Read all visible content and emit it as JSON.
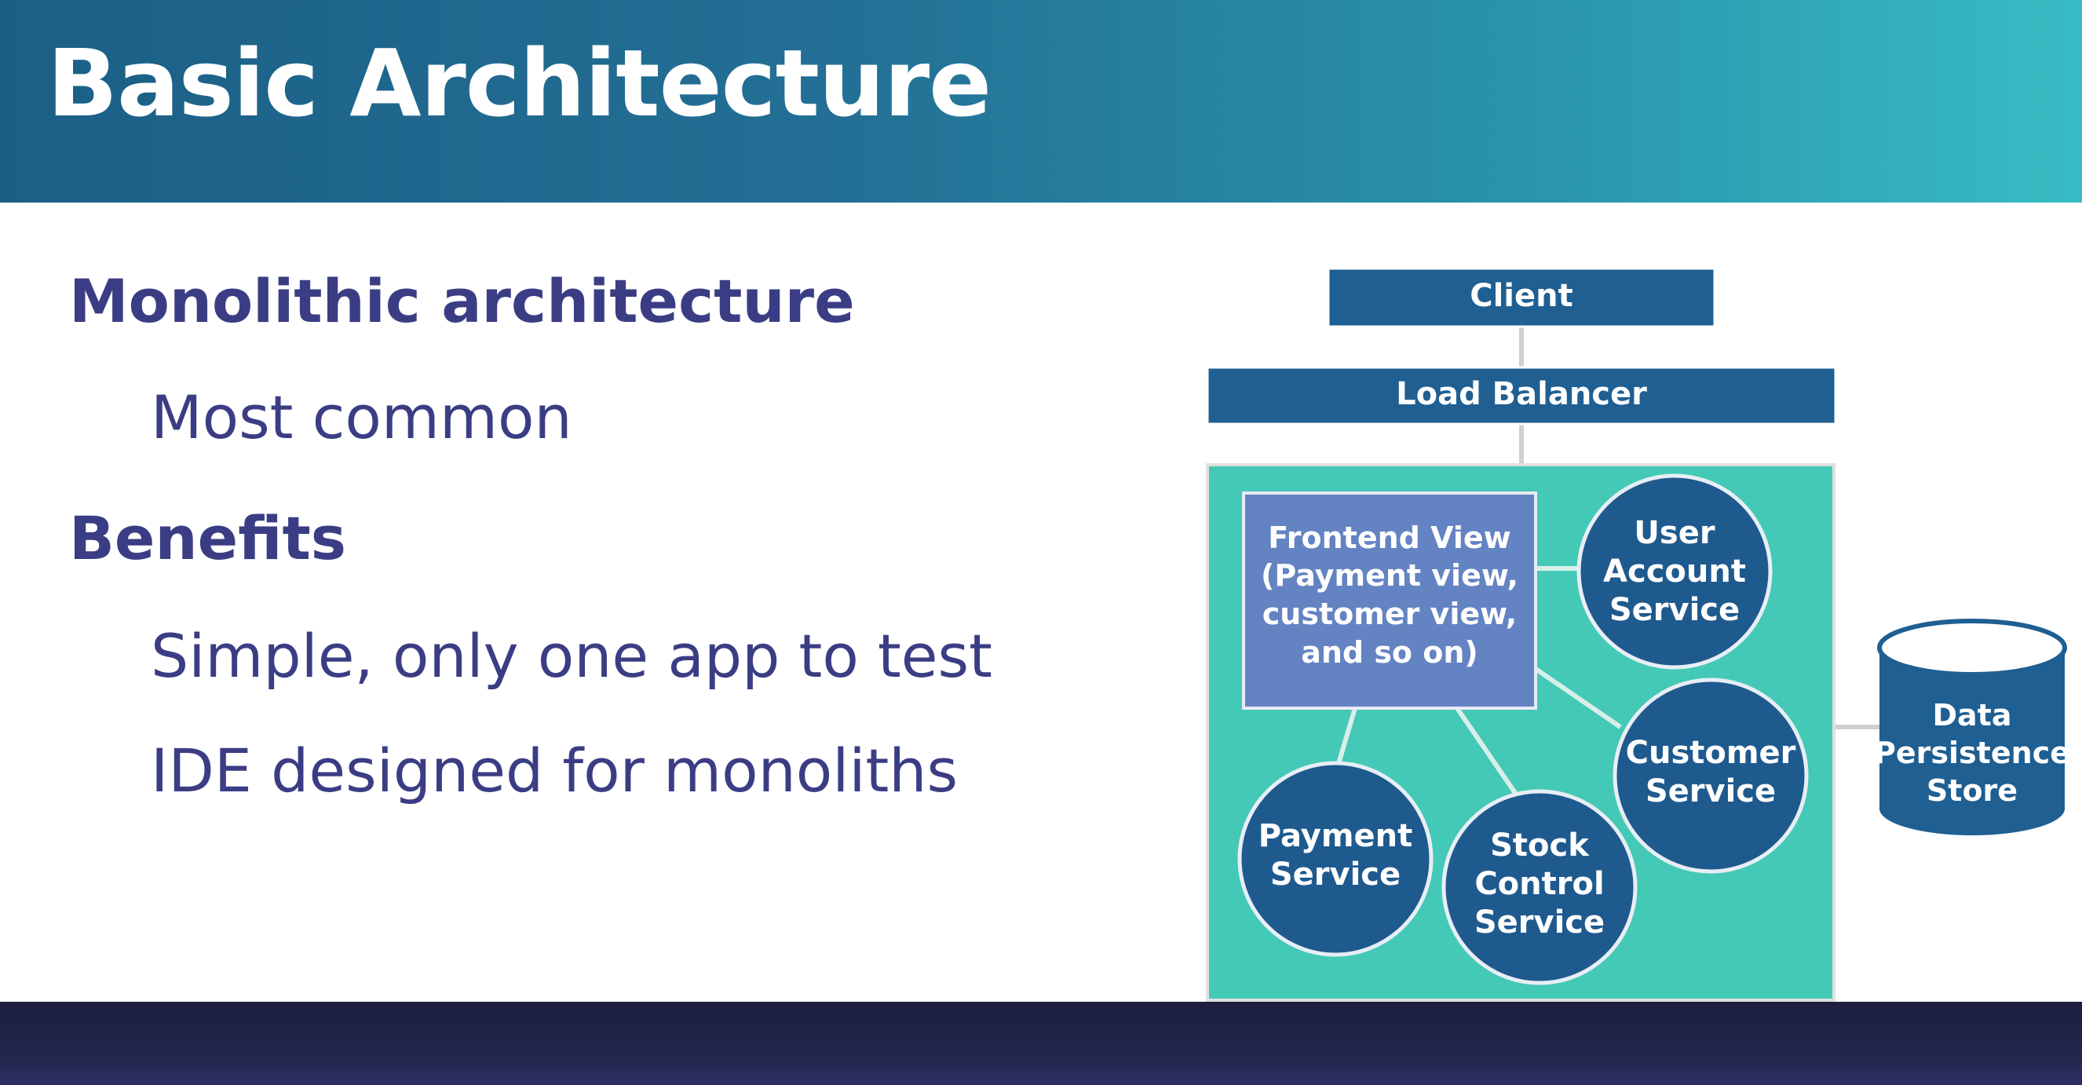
{
  "slide": {
    "title": "Basic Architecture",
    "bullets": [
      {
        "heading": "Monolithic architecture",
        "items": [
          "Most common"
        ]
      },
      {
        "heading": "Benefits",
        "items": [
          "Simple, only one app to test",
          "IDE designed for monoliths"
        ]
      }
    ]
  },
  "diagram": {
    "client": "Client",
    "load_balancer": "Load Balancer",
    "frontend": [
      "Frontend View",
      "(Payment view,",
      "customer view,",
      "and so on)"
    ],
    "user_account": [
      "User",
      "Account",
      "Service"
    ],
    "customer": [
      "Customer",
      "Service"
    ],
    "payment": [
      "Payment",
      "Service"
    ],
    "stock_control": [
      "Stock",
      "Control",
      "Service"
    ],
    "data_store": [
      "Data",
      "Persistence",
      "Store"
    ]
  },
  "colors": {
    "header_start": "#1b5f86",
    "header_end": "#38bcc4",
    "text": "#3b3d84",
    "box_blue": "#1f5f92",
    "frontend_box": "#6483c2",
    "container_teal": "#44c9b6",
    "circle_blue": "#1f5a8e",
    "footer": "#22244a"
  }
}
